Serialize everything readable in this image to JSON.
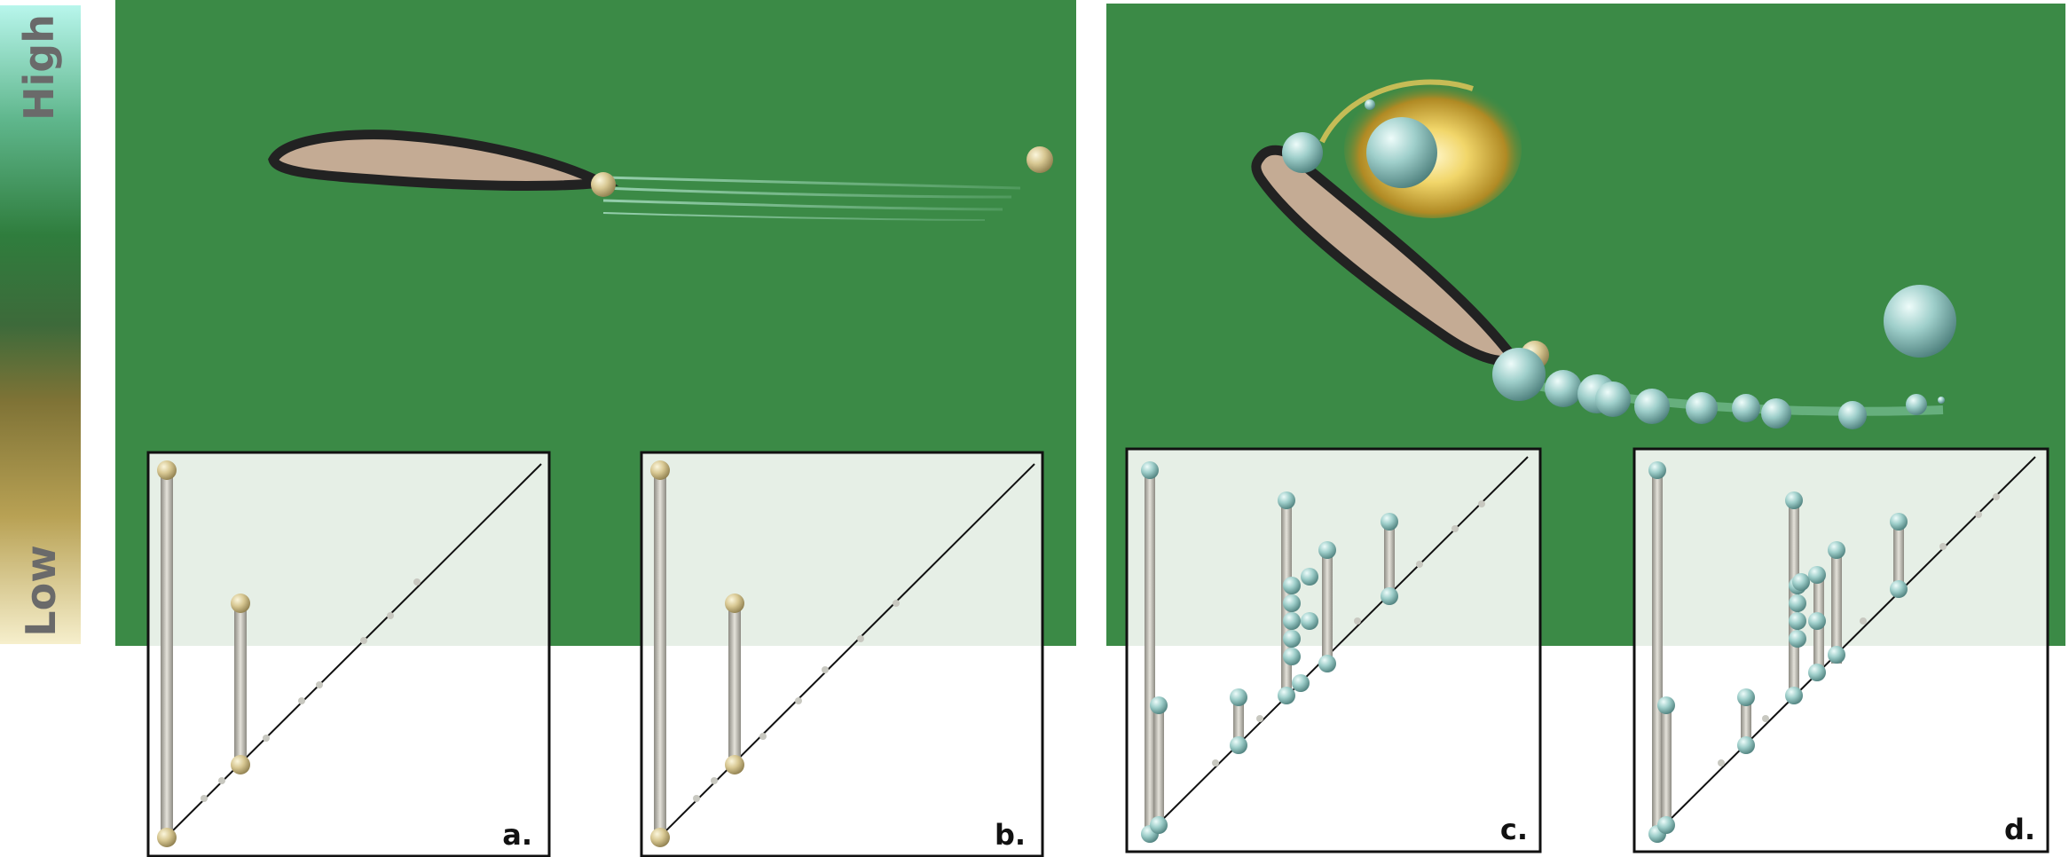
{
  "colorbar": {
    "high_label": "High",
    "low_label": "Low",
    "stops": [
      "#aef0e6",
      "#4ea675",
      "#2a7a3a",
      "#3a6a3a",
      "#8a7a3a",
      "#b8a050",
      "#f4ecc4"
    ]
  },
  "colors": {
    "field_green": "#3b8a46",
    "airfoil_fill": "#c4ab94",
    "airfoil_outline": "#222222",
    "sphere_tan": "#d8c893",
    "sphere_teal": "#9fcfcb",
    "vortex_gold": "#d9b23a",
    "diagram_band": "#e6efe6"
  },
  "panels": [
    {
      "id": "a",
      "label": "a."
    },
    {
      "id": "b",
      "label": "b."
    },
    {
      "id": "c",
      "label": "c."
    },
    {
      "id": "d",
      "label": "d."
    }
  ]
}
